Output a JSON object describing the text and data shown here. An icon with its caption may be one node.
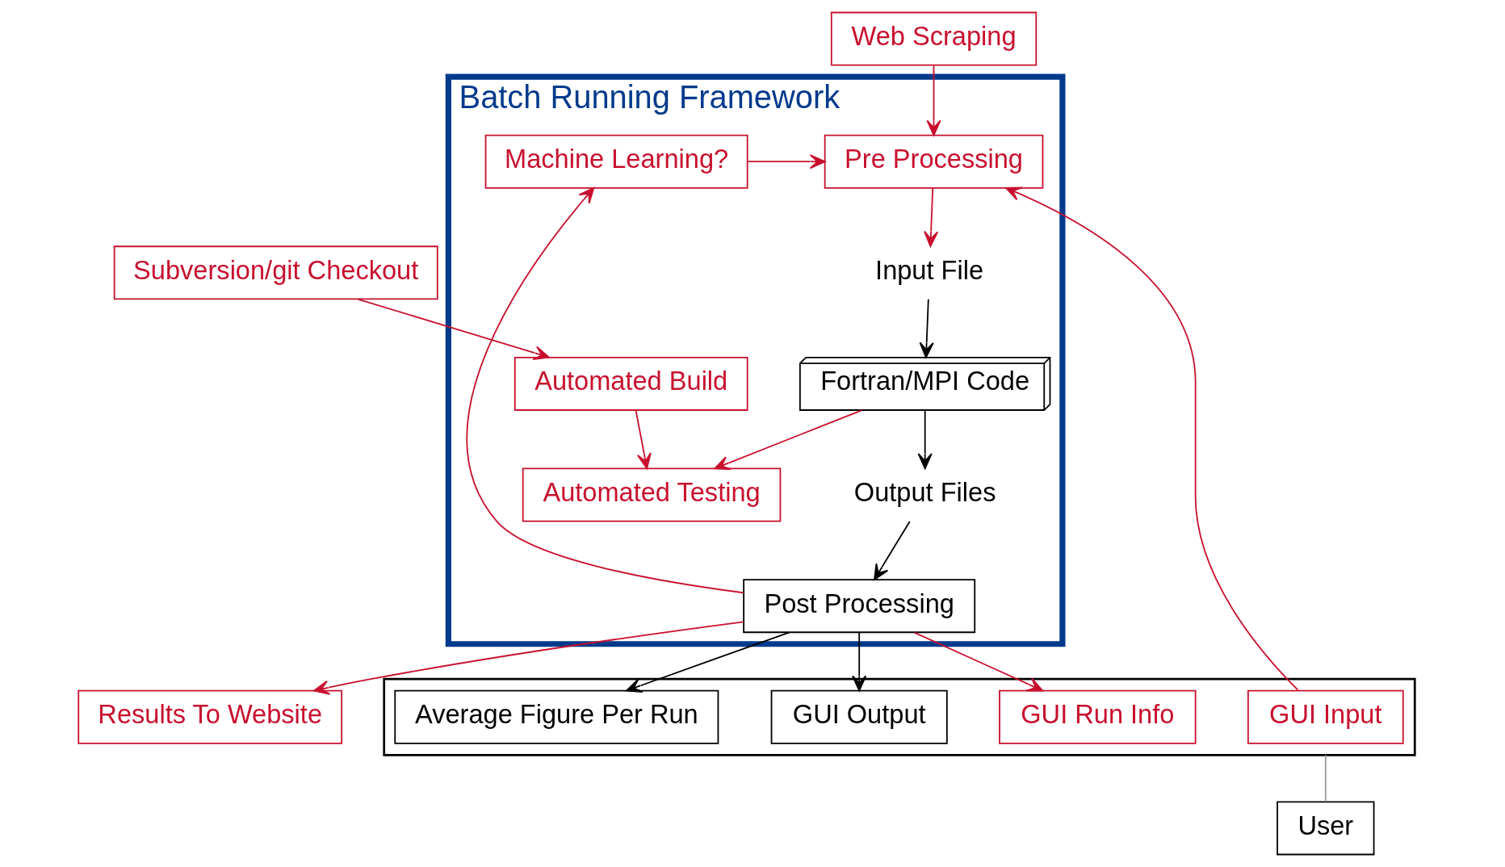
{
  "diagram": {
    "nodes": [
      {
        "text": [
          "Subversion/git Checkout"
        ]
      },
      {
        "text": [
          "Batch Running Framework"
        ]
      },
      {
        "text": [
          "Automated Build"
        ],
        "in": 1
      },
      {
        "text": [
          "Automated Testing"
        ],
        "in": 1
      },
      {
        "text": [
          "Input File"
        ],
        "in": 1
      },
      {
        "text": [
          "Fortran/MPI Code"
        ],
        "in": 1
      },
      {
        "text": [
          "Output Files"
        ],
        "in": 1
      },
      {
        "text": [
          "Pre Processing"
        ],
        "in": 1
      },
      {
        "text": [
          "Machine Learning?"
        ],
        "in": 1
      },
      {
        "text": [
          "Post Processing"
        ],
        "in": 1
      },
      {
        "text": [
          "Web Scraping"
        ]
      },
      {
        "text": [],
        "shape": "box"
      },
      {
        "text": [
          "GUI Input"
        ],
        "in": 11
      },
      {
        "text": [
          "GUI Run Info"
        ],
        "in": 11
      },
      {
        "text": [
          "GUI Output"
        ],
        "in": 11
      },
      {
        "text": [
          "Average Figure Per Run"
        ],
        "in": 11
      },
      {
        "text": [
          "Results To Website"
        ]
      },
      {
        "text": [
          "User"
        ]
      }
    ],
    "edges": [
      {
        "from": 0,
        "to": 2,
        "arrow": "to"
      },
      {
        "from": 2,
        "to": 3,
        "arrow": "to"
      },
      {
        "from": 4,
        "to": 5,
        "arrow": "to",
        "color": "#000000"
      },
      {
        "from": 5,
        "to": 6,
        "arrow": "to",
        "color": "#000000"
      },
      {
        "from": 6,
        "to": 9,
        "arrow": "to",
        "color": "#000000"
      },
      {
        "from": 9,
        "to": 8,
        "arrow": "to"
      },
      {
        "from": 8,
        "to": 7,
        "arrow": "to"
      },
      {
        "from": 7,
        "to": 4,
        "arrow": "to"
      },
      {
        "from": 10,
        "to": 7,
        "arrow": "to"
      },
      {
        "from": 12,
        "to": 7,
        "arrow": "to"
      },
      {
        "from": 5,
        "to": 3,
        "arrow": "to"
      },
      {
        "from": 9,
        "to": 13,
        "arrow": "to"
      },
      {
        "from": 9,
        "to": 14,
        "arrow": "to",
        "color": "#000000"
      },
      {
        "from": 9,
        "to": 15,
        "arrow": "to",
        "color": "#000000"
      },
      {
        "from": 9,
        "to": 16,
        "arrow": "to"
      },
      {
        "from": 11,
        "to": 17,
        "arrow": "none",
        "color": "#999999"
      }
    ]
  }
}
